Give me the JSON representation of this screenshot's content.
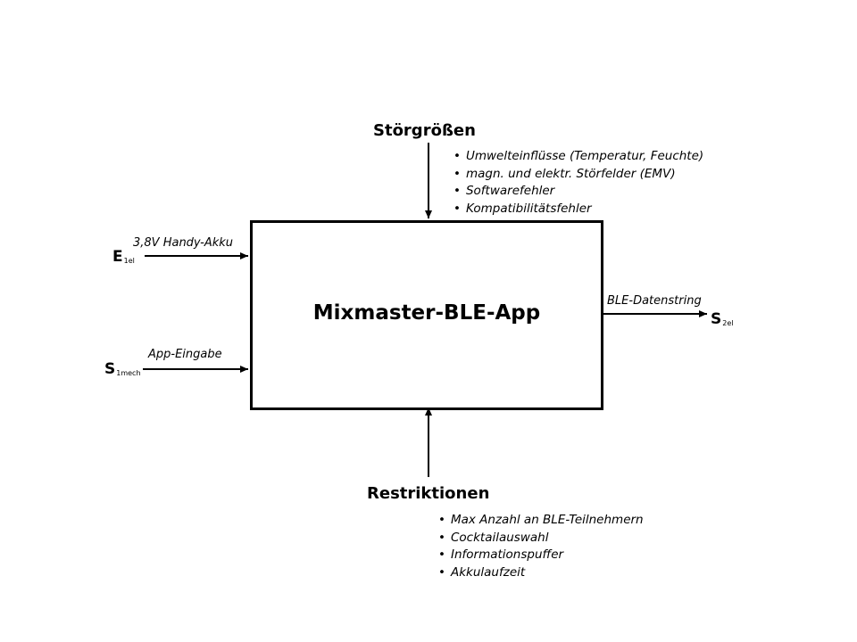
{
  "system": {
    "title": "Mixmaster-BLE-App"
  },
  "disturbances": {
    "heading": "Störgrößen",
    "items": [
      "Umwelteinflüsse (Temperatur, Feuchte)",
      "magn. und elektr. Störfelder (EMV)",
      "Softwarefehler",
      "Kompatibilitätsfehler"
    ]
  },
  "restrictions": {
    "heading": "Restriktionen",
    "items": [
      "Max Anzahl an BLE-Teilnehmern",
      "Cocktailauswahl",
      "Informationspuffer",
      "Akkulaufzeit"
    ]
  },
  "inputs": [
    {
      "symbol": "E",
      "subscript": "1el",
      "label": "3,8V Handy-Akku"
    },
    {
      "symbol": "S",
      "subscript": "1mech",
      "label": "App-Eingabe"
    }
  ],
  "outputs": [
    {
      "symbol": "S",
      "subscript": "2el",
      "label": "BLE-Datenstring"
    }
  ],
  "colors": {
    "line": "#000000",
    "background": "#ffffff"
  }
}
